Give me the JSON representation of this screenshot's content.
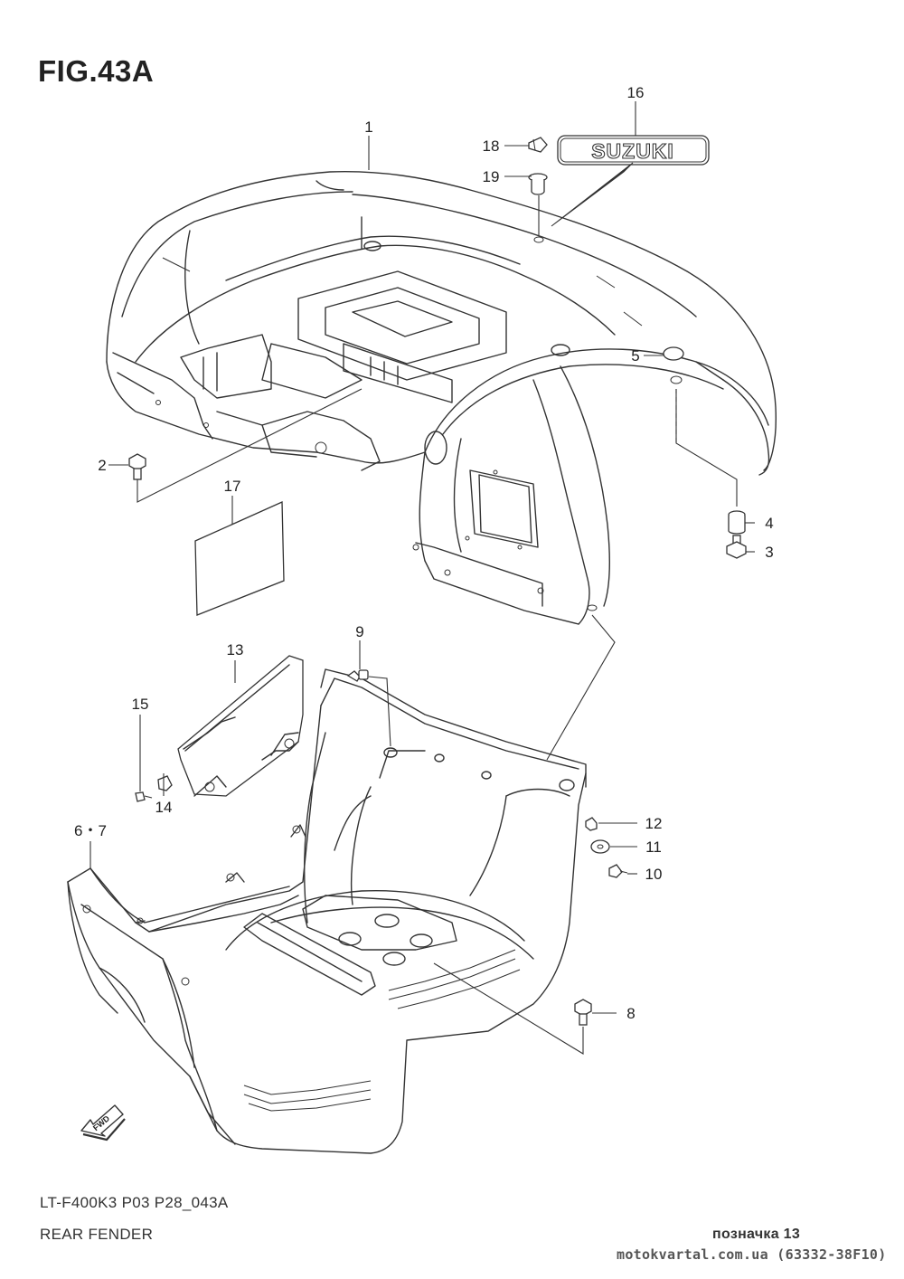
{
  "figure": {
    "title": "FIG.43A",
    "model_code": "LT-F400K3 P03 P28_043A",
    "caption": "REAR FENDER",
    "badge": "позначка 13",
    "watermark": "motokvartal.com.ua (63332-38F10)"
  },
  "emblem": {
    "text": "SUZUKI"
  },
  "fwd_arrow": {
    "text": "FWD"
  },
  "callouts": [
    {
      "id": "c1",
      "label": "1"
    },
    {
      "id": "c2",
      "label": "2"
    },
    {
      "id": "c3",
      "label": "3"
    },
    {
      "id": "c4",
      "label": "4"
    },
    {
      "id": "c5",
      "label": "5"
    },
    {
      "id": "c67",
      "label": "6・7"
    },
    {
      "id": "c8",
      "label": "8"
    },
    {
      "id": "c9",
      "label": "9"
    },
    {
      "id": "c10",
      "label": "10"
    },
    {
      "id": "c11",
      "label": "11"
    },
    {
      "id": "c12",
      "label": "12"
    },
    {
      "id": "c13",
      "label": "13"
    },
    {
      "id": "c14",
      "label": "14"
    },
    {
      "id": "c15",
      "label": "15"
    },
    {
      "id": "c16",
      "label": "16"
    },
    {
      "id": "c17",
      "label": "17"
    },
    {
      "id": "c18",
      "label": "18"
    },
    {
      "id": "c19",
      "label": "19"
    }
  ]
}
